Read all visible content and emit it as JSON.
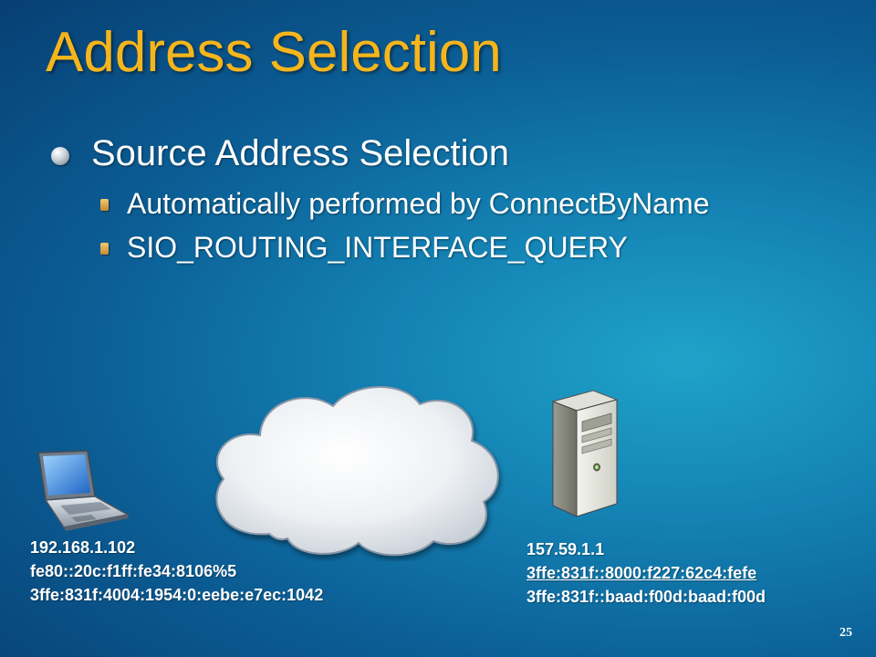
{
  "slide": {
    "title": "Address Selection",
    "bullet_level1": "Source Address Selection",
    "bullets_level2": [
      "Automatically performed by ConnectByName",
      "SIO_ROUTING_INTERFACE_QUERY"
    ],
    "page_number": "25"
  },
  "client": {
    "icon": "laptop-icon",
    "addresses": [
      "192.168.1.102",
      "fe80::20c:f1ff:fe34:8106%5",
      "3ffe:831f:4004:1954:0:eebe:e7ec:1042"
    ]
  },
  "network": {
    "icon": "cloud-icon"
  },
  "server": {
    "icon": "server-tower-icon",
    "addresses": [
      "157.59.1.1",
      "3ffe:831f::8000:f227:62c4:fefe",
      "3ffe:831f::baad:f00d:baad:f00d"
    ],
    "selected_address_index": 1
  },
  "colors": {
    "title": "#f5b51c",
    "background_dark": "#073f73",
    "background_light": "#1fa3c9",
    "text": "#ffffff"
  }
}
